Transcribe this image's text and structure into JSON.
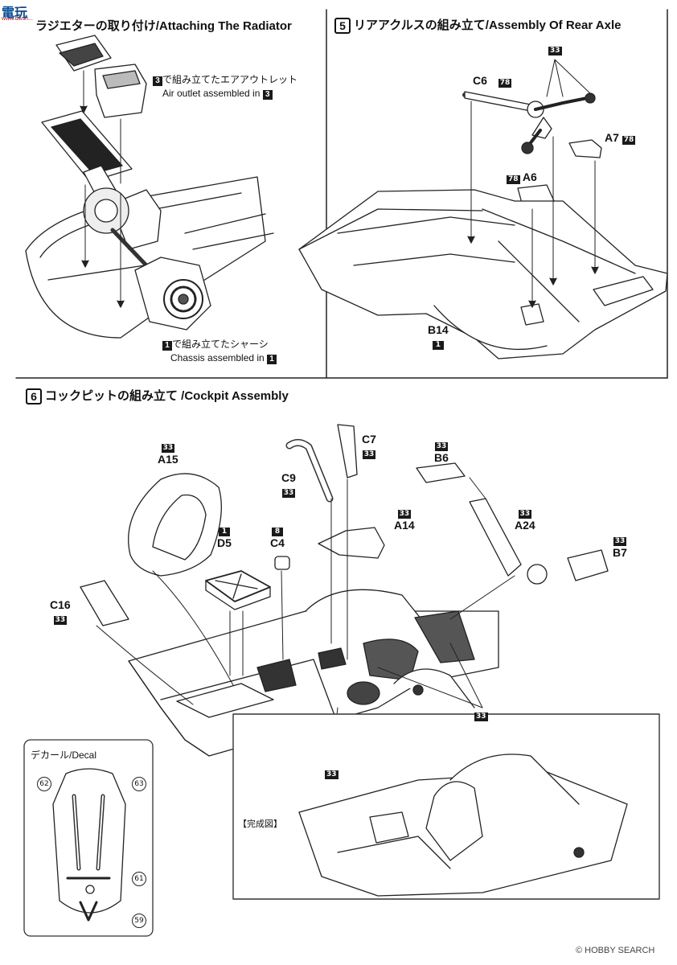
{
  "logo": {
    "cn": "電玩",
    "url": "www.dwsh..."
  },
  "step4": {
    "title": "ラジエターの取り付け/Attaching The Radiator"
  },
  "step5": {
    "number": "5",
    "title": "リアアクルスの組み立て/Assembly Of Rear Axle"
  },
  "step6": {
    "number": "6",
    "title": "コックピットの組み立て /Cockpit Assembly"
  },
  "notes": {
    "air_outlet_jp": "で組み立てたエアアウトレット",
    "air_outlet_en": "Air outlet assembled in",
    "air_outlet_ref": "3",
    "chassis_jp": "で組み立てたシャーシ",
    "chassis_en": "Chassis assembled in",
    "chassis_ref": "1"
  },
  "parts": {
    "c6": "C6",
    "c6_tag": "78",
    "a7": "A7",
    "a7_tag": "78",
    "a6": "A6",
    "a6_tag": "78",
    "b14": "B14",
    "b14_tag": "1",
    "top_tag": "33",
    "a15": "A15",
    "a15_tag": "33",
    "d5": "D5",
    "d5_tag": "1",
    "c4": "C4",
    "c4_tag": "8",
    "c9": "C9",
    "c9_tag": "33",
    "c7": "C7",
    "c7_tag": "33",
    "a14": "A14",
    "a14_tag": "33",
    "b6": "B6",
    "b6_tag": "33",
    "a24": "A24",
    "a24_tag": "33",
    "b7": "B7",
    "b7_tag": "33",
    "c16": "C16",
    "c16_tag": "33",
    "floor_tag_right": "33",
    "floor_tag_bottom": "33"
  },
  "decal": {
    "title": "デカール/Decal",
    "numbers": [
      "62",
      "63",
      "61",
      "59"
    ]
  },
  "complete": {
    "label": "【完成図】"
  },
  "watermark": {
    "text": "© HOBBY SEARCH"
  },
  "colors": {
    "ink": "#111111",
    "tag_bg": "#1a1a1a",
    "paper": "#ffffff"
  }
}
